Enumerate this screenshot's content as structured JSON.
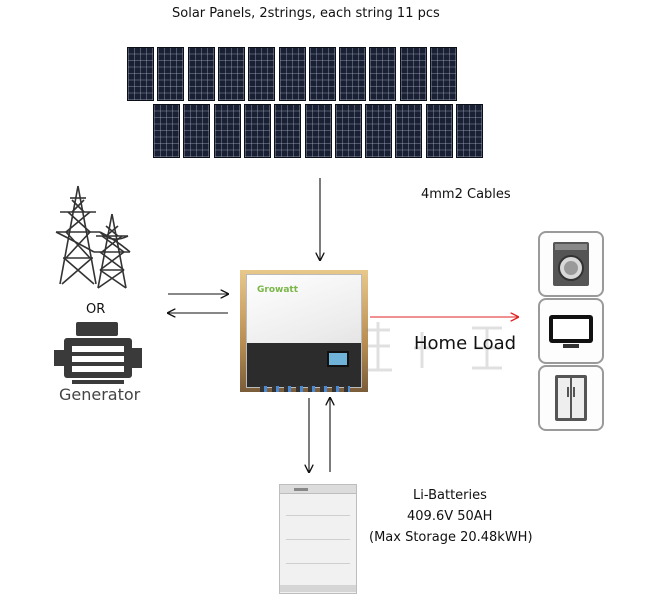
{
  "title": "Solar Panels, 2strings, each string 11 pcs",
  "cables_label": "4mm2 Cables",
  "or_label": "OR",
  "generator_label": "Generator",
  "inverter_brand": "Growatt",
  "home_load_label": "Home Load",
  "battery": {
    "line1": "Li-Batteries",
    "line2": "409.6V 50AH",
    "line3": "(Max Storage 20.48kWH)"
  },
  "icons": [
    "solar-panel-icon",
    "transmission-tower-icon",
    "generator-icon",
    "inverter-icon",
    "battery-stack-icon",
    "washing-machine-icon",
    "tv-icon",
    "refrigerator-icon"
  ],
  "colors": {
    "home_load_arrow": "#e02020",
    "inverter_brand": "#7ab648",
    "panel": "#1a2033"
  }
}
